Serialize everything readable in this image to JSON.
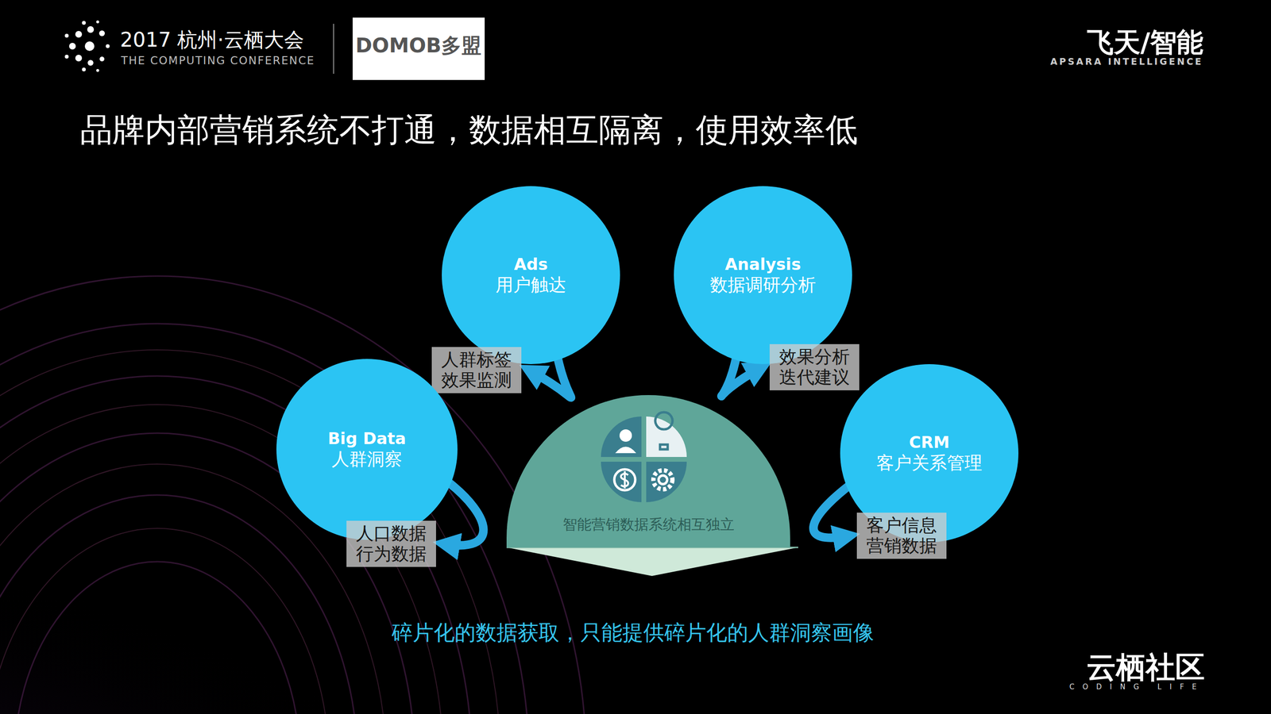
{
  "diagram": {
    "title": "品牌内部营销系统不打通，数据相互隔离，使用效率低",
    "caption": "碎片化的数据获取，只能提供碎片化的人群洞察画像",
    "nodes": [
      {
        "text": [
          "Ads",
          "用户触达"
        ]
      },
      {
        "text": [
          "Analysis",
          "数据调研分析"
        ]
      },
      {
        "text": [
          "人群标签 效果监测"
        ]
      },
      {
        "text": [
          "效果分析 迭代建议"
        ]
      },
      {
        "text": [
          "Big Data",
          "人群洞察"
        ]
      },
      {
        "text": [
          "CRM",
          "客户关系管理"
        ]
      },
      {
        "text": [
          "智能营销数据系统相互独立"
        ]
      },
      {
        "text": [
          "人口数据 行为数据"
        ]
      },
      {
        "text": [
          "客户信息 营销数据"
        ]
      }
    ],
    "edges": [
      {
        "from": 0,
        "to": 2,
        "arrow": "to"
      },
      {
        "from": 1,
        "to": 3,
        "arrow": "to"
      },
      {
        "from": 4,
        "to": 7,
        "arrow": "to"
      },
      {
        "from": 5,
        "to": 8,
        "arrow": "to"
      }
    ],
    "labels": [
      "2017 杭州·云栖大会",
      "THE COMPUTING CONFERENCE",
      "DOMOB多盟",
      "飞天/智能",
      "APSARA INTELLIGENCE",
      "云栖社区",
      "CODING LIFE"
    ]
  }
}
